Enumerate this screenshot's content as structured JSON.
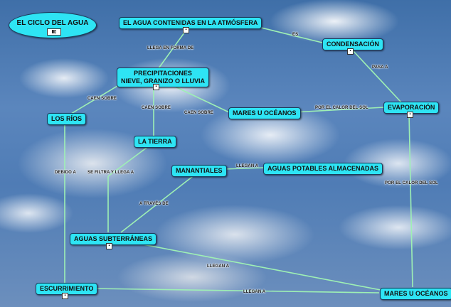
{
  "title": "EL CICLO DEL AGUA",
  "nodes": {
    "agua_atmosfera": "EL AGUA CONTENIDAS EN LA ATMÓSFERA",
    "condensacion": "CONDENSACIÓN",
    "precipitaciones_l1": "PRECIPITACIONES",
    "precipitaciones_l2": "NIEVE, GRANIZO O LLUVIA",
    "evaporacion": "EVAPORACIÓN",
    "los_rios": "LOS RÍOS",
    "mares_1": "MARES U OCÉANOS",
    "la_tierra": "LA TIERRA",
    "manantiales": "MANANTIALES",
    "aguas_potables": "AGUAS POTABLES ALMACENADAS",
    "aguas_subterraneas": "AGUAS SUBTERRÁNEAS",
    "escurrimiento": "ESCURRIMIENTO",
    "mares_2": "MARES U OCÉANOS"
  },
  "link_labels": {
    "es": "ES",
    "llega_en_forma_de": "LLEGA EN FORMA DE",
    "pasa_a": "PASA A",
    "caen_sobre_1": "CAEN SOBRE",
    "caen_sobre_2": "CAEN SOBRE",
    "caen_sobre_3": "CAEN SOBRE",
    "por_el_calor_1": "POR EL CALOR DEL SOL",
    "por_el_calor_2": "POR EL CALOR DEL SOL",
    "llegan_a_1": "LLEGAN A",
    "se_filtra": "SE FILTRA Y LLEGA A",
    "debido_a": "DEBIDO A",
    "a_traves_de": "A TRAVÉS DE",
    "llegan_a_2": "LLEGAN A",
    "llegan_a_3": "LLEGAN A"
  },
  "colors": {
    "node_fill": "#2ee4f4",
    "node_border": "#1a3c5c",
    "line": "#9ef0b4"
  }
}
